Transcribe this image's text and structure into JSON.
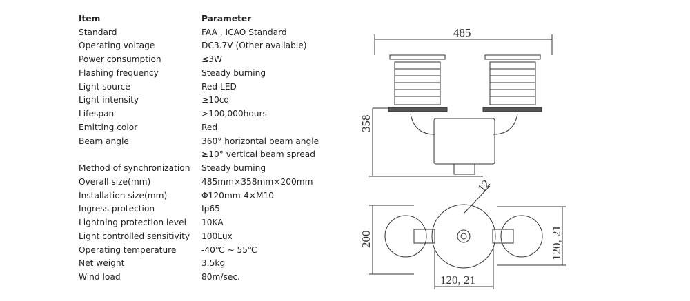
{
  "header": {
    "item": "Item",
    "parameter": "Parameter"
  },
  "rows": [
    {
      "item": "Standard",
      "value": "FAA , ICAO Standard"
    },
    {
      "item": "Operating voltage",
      "value": "DC3.7V (Other available)"
    },
    {
      "item": "Power consumption",
      "value": "≤3W"
    },
    {
      "item": "Flashing frequency",
      "value": "Steady burning"
    },
    {
      "item": "Light source",
      "value": "Red LED"
    },
    {
      "item": "Light intensity",
      "value": "≥10cd"
    },
    {
      "item": "Lifespan",
      "value": ">100,000hours"
    },
    {
      "item": "Emitting color",
      "value": "Red"
    },
    {
      "item": "Beam angle",
      "value": "360° horizontal beam angle"
    },
    {
      "item": "",
      "value": "≥10° vertical beam spread"
    },
    {
      "item": "Method of synchronization",
      "value": "Steady burning"
    },
    {
      "item": "Overall size(mm)",
      "value": "485mm×358mm×200mm"
    },
    {
      "item": "Installation size(mm)",
      "value": "Φ120mm-4×M10"
    },
    {
      "item": "Ingress protection",
      "value": "Ip65"
    },
    {
      "item": "Lightning protection level",
      "value": "10KA"
    },
    {
      "item": "Light controlled sensitivity",
      "value": "100Lux"
    },
    {
      "item": "Operating temperature",
      "value": "-40℃ ~ 55℃"
    },
    {
      "item": "Net weight",
      "value": "3.5kg"
    },
    {
      "item": "Wind load",
      "value": "80m/sec."
    }
  ],
  "drawing": {
    "width": "485",
    "height": "358",
    "angle": "12",
    "depth": "200",
    "pcd_bottom": "120, 21",
    "pcd_right": "120, 21"
  }
}
